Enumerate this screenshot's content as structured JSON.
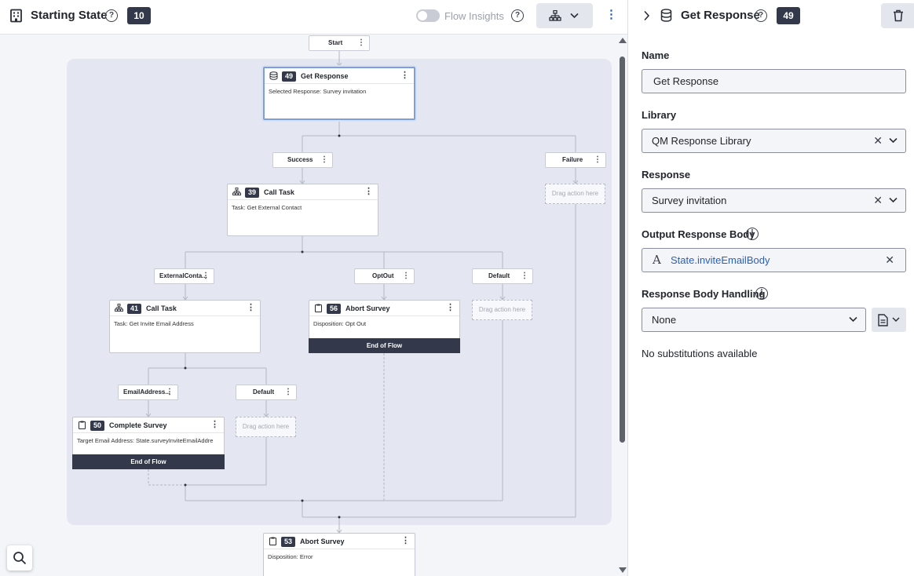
{
  "header": {
    "title": "Starting State",
    "badge": "10",
    "toggle_label": "Flow Insights"
  },
  "flow": {
    "start_label": "Start",
    "drag_hint": "Drag action here",
    "end_label": "End of Flow",
    "get_response": {
      "id": "49",
      "title": "Get Response",
      "body": "Selected Response: Survey invitation"
    },
    "branch_success": "Success",
    "branch_failure": "Failure",
    "call_task_1": {
      "id": "39",
      "title": "Call Task",
      "body": "Task: Get External Contact"
    },
    "branch_external": "ExternalConta...",
    "branch_optout": "OptOut",
    "branch_default_1": "Default",
    "call_task_2": {
      "id": "41",
      "title": "Call Task",
      "body": "Task: Get Invite Email Address"
    },
    "abort_optout": {
      "id": "56",
      "title": "Abort Survey",
      "body": "Disposition: Opt Out"
    },
    "branch_email": "EmailAddress...",
    "branch_default_2": "Default",
    "complete_survey": {
      "id": "50",
      "title": "Complete Survey",
      "body": "Target Email Address: State.surveyInviteEmailAddre"
    },
    "abort_error": {
      "id": "53",
      "title": "Abort Survey",
      "body": "Disposition: Error"
    }
  },
  "panel": {
    "title": "Get Response",
    "badge": "49",
    "name_label": "Name",
    "name_value": "Get Response",
    "library_label": "Library",
    "library_value": "QM Response Library",
    "response_label": "Response",
    "response_value": "Survey invitation",
    "output_label": "Output Response Body",
    "output_value": "State.inviteEmailBody",
    "handling_label": "Response Body Handling",
    "handling_value": "None",
    "no_substitutions": "No substitutions available"
  },
  "colors": {
    "accent": "#2a60b8",
    "badge_bg": "#33394a",
    "variable_text": "#2a60b8"
  },
  "icons": [
    "building-icon",
    "help-icon",
    "sitemap-icon",
    "kebab-icon",
    "chevron-right-icon",
    "database-icon",
    "trash-icon",
    "clipboard-icon",
    "search-icon",
    "info-icon",
    "chevron-down-icon",
    "close-icon",
    "variable-icon",
    "document-icon"
  ]
}
